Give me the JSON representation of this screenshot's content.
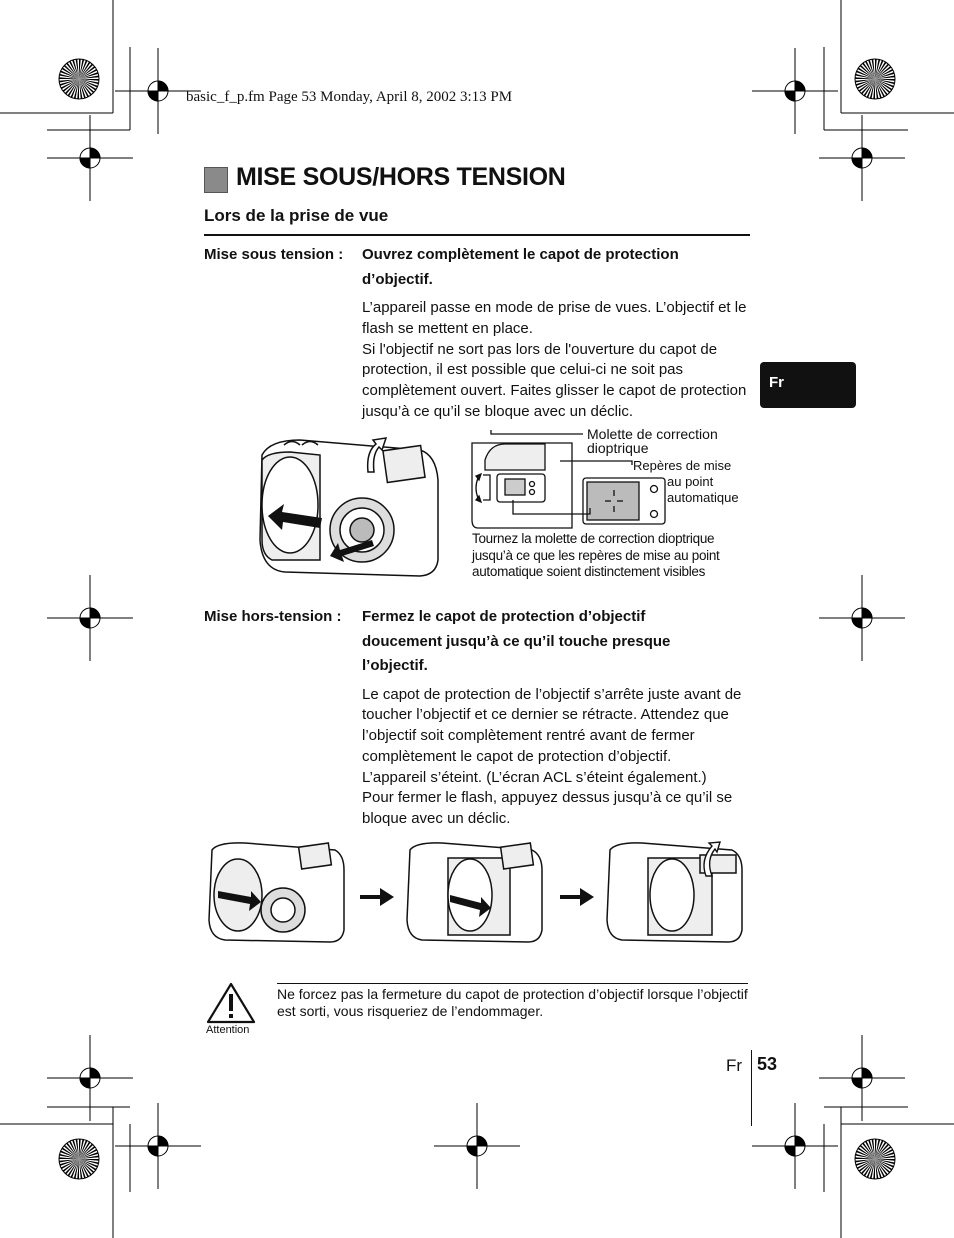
{
  "header": {
    "file_line": "basic_f_p.fm  Page 53  Monday, April 8, 2002  3:13 PM"
  },
  "section": {
    "title": "MISE SOUS/HORS TENSION",
    "subtitle": "Lors de la prise de vue"
  },
  "power_on": {
    "label": "Mise sous tension :",
    "instruction_lines": [
      "Ouvrez complètement le capot de protection",
      "d’objectif."
    ],
    "description": "L’appareil passe en mode de prise de vues. L’objectif et le flash se mettent en place.",
    "note": "Si l'objectif ne sort pas lors de l'ouverture du capot de protection, il est possible que celui-ci ne soit pas complètement ouvert. Faites glisser le capot de protection jusqu’à ce qu’il se bloque avec un déclic."
  },
  "diagram": {
    "label_dial_line1": "Molette de correction",
    "label_dial_line2": "dioptrique",
    "label_marks_line1": "Repères de mise",
    "label_marks_line2": "au point",
    "label_marks_line3": "automatique",
    "caption_line1": "Tournez la molette de correction dioptrique",
    "caption_line2": "jusqu’à ce que les repères de mise au point",
    "caption_line3": "automatique soient distinctement visibles"
  },
  "power_off": {
    "label": "Mise hors-tension :",
    "instruction_lines": [
      "Fermez le capot de protection d’objectif",
      "doucement jusqu’à ce qu’il touche presque",
      "l’objectif."
    ],
    "description": "Le capot de protection de l’objectif s’arrête juste avant de toucher l’objectif et ce dernier se rétracte. Attendez que l’objectif soit complètement rentré avant de fermer complètement le capot de protection d’objectif.",
    "line2": "L’appareil s’éteint. (L’écran ACL s’éteint également.)",
    "line3": "Pour fermer le flash, appuyez dessus jusqu’à ce qu’il se bloque avec un déclic."
  },
  "warning": {
    "icon": "warning-triangle-icon",
    "label": "Attention",
    "text": "Ne forcez pas la fermeture du capot de protection d’objectif lorsque l’objectif est sorti, vous risqueriez de l’endommager."
  },
  "side_tab": {
    "label": "Fr"
  },
  "footer": {
    "lang": "Fr",
    "page": "53"
  }
}
